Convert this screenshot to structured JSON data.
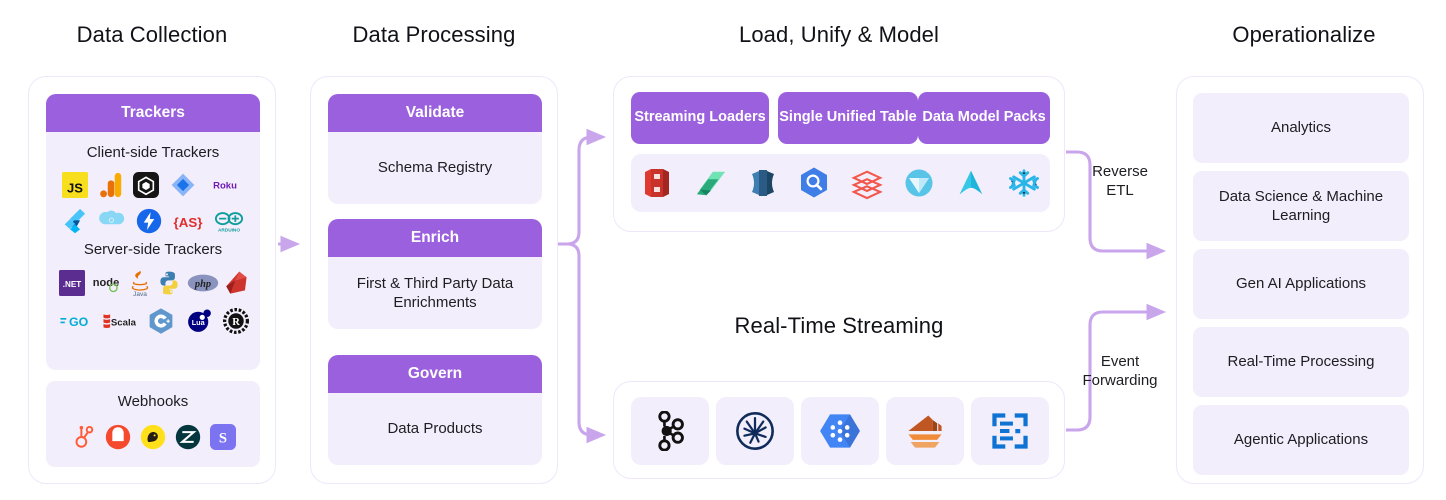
{
  "columns": [
    {
      "title": "Data Collection"
    },
    {
      "title": "Data Processing"
    },
    {
      "title": "Load, Unify & Model"
    },
    {
      "title": "Operationalize"
    }
  ],
  "data_collection": {
    "trackers_card": {
      "header": "Trackers",
      "client_label": "Client-side Trackers",
      "client_icons": [
        "javascript-icon",
        "google-analytics-icon",
        "unity-icon",
        "google-tag-manager-icon",
        "roku-icon",
        "flutter-icon",
        "salesforce-cloud-icon",
        "lightning-bolt-icon",
        "actionscript-icon",
        "arduino-icon"
      ],
      "server_label": "Server-side Trackers",
      "server_icons": [
        "dotnet-icon",
        "nodejs-icon",
        "java-icon",
        "python-icon",
        "php-icon",
        "ruby-icon",
        "golang-icon",
        "scala-icon",
        "cpp-icon",
        "lua-icon",
        "rust-icon"
      ]
    },
    "webhooks_card": {
      "title": "Webhooks",
      "icons": [
        "hubspot-icon",
        "intercom-icon",
        "mailchimp-icon",
        "zendesk-icon",
        "sendgrid-icon"
      ]
    }
  },
  "data_processing": {
    "cards": [
      {
        "header": "Validate",
        "body": "Schema Registry"
      },
      {
        "header": "Enrich",
        "body": "First & Third Party Data Enrichments"
      },
      {
        "header": "Govern",
        "body": "Data Products"
      }
    ]
  },
  "load_unify_model": {
    "chips": [
      "Streaming Loaders",
      "Single Unified Table",
      "Data Model Packs"
    ],
    "warehouse_icons": [
      "amazon-s3-icon",
      "microsoft-fabric-icon",
      "amazon-redshift-icon",
      "google-bigquery-icon",
      "databricks-icon",
      "dremio-icon",
      "apache-druid-icon",
      "snowflake-icon"
    ]
  },
  "real_time_streaming": {
    "title": "Real-Time Streaming",
    "icons": [
      "apache-kafka-icon",
      "apache-pulsar-icon",
      "google-pubsub-icon",
      "aws-kinesis-icon",
      "azure-event-hubs-icon"
    ]
  },
  "connector_labels": {
    "reverse_etl": "Reverse\nETL",
    "reverse_etl_line1": "Reverse",
    "reverse_etl_line2": "ETL",
    "event_forwarding_line1": "Event",
    "event_forwarding_line2": "Forwarding"
  },
  "operationalize": {
    "items": [
      "Analytics",
      "Data Science & Machine Learning",
      "Gen AI Applications",
      "Real-Time Processing",
      "Agentic Applications"
    ]
  },
  "colors": {
    "purple": "#9b60dd",
    "lilac_surface": "#f3eefb",
    "panel_border": "#efe7fa",
    "wire": "#c9a6ec",
    "text": "#1d1d22"
  }
}
